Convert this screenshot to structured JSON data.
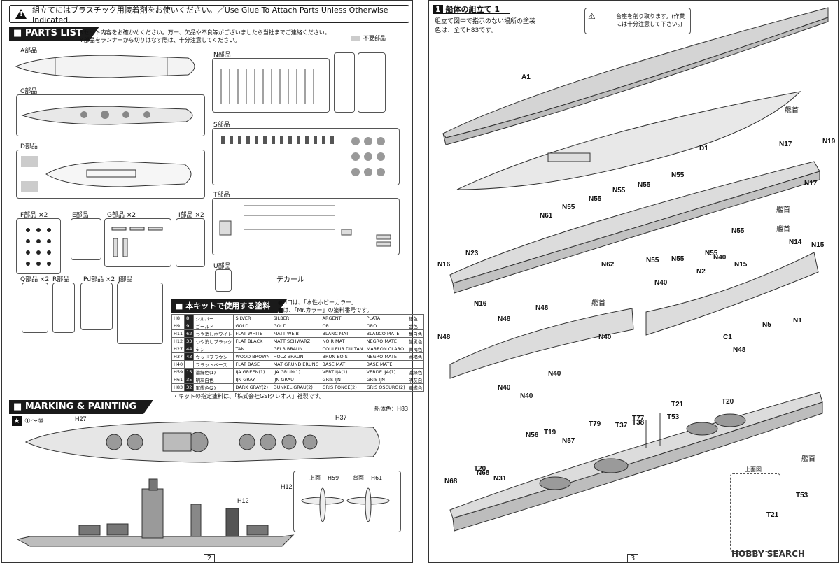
{
  "left_page": {
    "warning": "組立てにはプラスチック用接着剤をお使いください。／Use Glue To Attach Parts Unless Otherwise Indicated.",
    "parts_list_title": "PARTS LIST",
    "parts_notes": [
      "※セット内容をお確かめください。万一、欠品や不良等がございましたら当社までご連絡ください。",
      "※部品をランナーから切りはなす際は、十分注意してください。"
    ],
    "unused_label": "不要部品",
    "runners": {
      "A": "A部品",
      "C": "C部品",
      "D": "D部品",
      "F": "F部品 ×2",
      "E": "E部品",
      "G": "G部品 ×2",
      "I": "I部品 ×2",
      "Q": "Q部品 ×2",
      "R": "R部品",
      "Pd": "Pd部品 ×2",
      "J": "J部品",
      "N": "N部品",
      "S": "S部品",
      "T": "T部品",
      "U": "U部品",
      "decal": "デカール"
    },
    "paint_title": "本キットで使用する塗料",
    "paint_notes": [
      "●H口は、「水性ホビーカラー」",
      "■は、「Mr.カラー」の塗料番号です。"
    ],
    "paint_rows": [
      [
        "H8",
        "8",
        "シルバー",
        "SILVER",
        "SILBER",
        "ARGENT",
        "PLATA",
        "銀色"
      ],
      [
        "H9",
        "9",
        "ゴールド",
        "GOLD",
        "GOLD",
        "OR",
        "ORO",
        "金色"
      ],
      [
        "H11",
        "62",
        "つや消しホワイト",
        "FLAT WHITE",
        "MATT WEIB",
        "BLANC MAT",
        "BLANCO MATE",
        "艶白色"
      ],
      [
        "H12",
        "33",
        "つや消しブラック",
        "FLAT BLACK",
        "MATT SCHWARZ",
        "NOIR MAT",
        "NEGRO MATE",
        "艶黒色"
      ],
      [
        "H27",
        "44",
        "タン",
        "TAN",
        "GELB BRAUN",
        "COULEUR DU TAN",
        "MARRON CLARO",
        "黄褐色"
      ],
      [
        "H37",
        "43",
        "ウッドブラウン",
        "WOOD BROWN",
        "HOLZ BRAUN",
        "BRUN BOIS",
        "NEGRO MATE",
        "木褐色"
      ],
      [
        "H40",
        "",
        "フラットベース",
        "FLAT BASE",
        "MAT GRUNDIERUNG",
        "BASE MAT",
        "BASE MATE",
        ""
      ],
      [
        "H59",
        "15",
        "濃緑色(1)",
        "IJA GREEN(1)",
        "IJA GRUN(1)",
        "VERT IJA(1)",
        "VERDE IJA(1)",
        "濃緑色"
      ],
      [
        "H61",
        "35",
        "明灰白色",
        "IJN GRAY",
        "IJN GRAU",
        "GRIS IJN",
        "GRIS IJN",
        "明灰白"
      ],
      [
        "H83",
        "32",
        "軍艦色(2)",
        "DARK GRAY(2)",
        "DUNKEL GRAU(2)",
        "GRIS FONCE(2)",
        "GRIS OSCURO(2)",
        "軍艦色"
      ]
    ],
    "paint_footnote": "・キットの指定塗料は、「株式会社GSIクレオス」社製です。",
    "marking_title": "MARKING & PAINTING",
    "marking_range": "①～⑩",
    "hull_color": "船体色：H83",
    "color_callouts": [
      "H27",
      "H37",
      "H12",
      "H12",
      "H59",
      "H61"
    ],
    "top_view_label": "上面",
    "back_view_label": "背面",
    "page_number": "2"
  },
  "right_page": {
    "step_number": "1",
    "step_title": "船体の組立て 1",
    "step_note": "組立て図中で指示のない場所の塗装色は、全てH83です。",
    "base_note": "台座を削り取ります。(作業には十分注意して下さい。)",
    "bow_label": "艦首",
    "top_view": "上面図",
    "part_callouts": [
      "A1",
      "D1",
      "N17",
      "N19",
      "N17",
      "N55",
      "N55",
      "N55",
      "N55",
      "N55",
      "N55",
      "N55",
      "N55",
      "N55",
      "N61",
      "N62",
      "N23",
      "N16",
      "N16",
      "N14",
      "N15",
      "N15",
      "N2",
      "N40",
      "N40",
      "N40",
      "N40",
      "N40",
      "N40",
      "N48",
      "N48",
      "N48",
      "N48",
      "N1",
      "N5",
      "C1",
      "T20",
      "T21",
      "T53",
      "T77",
      "T38",
      "T37",
      "T79",
      "N56",
      "T19",
      "N57",
      "N68",
      "N68",
      "N31",
      "T20",
      "T53",
      "T21"
    ],
    "page_number": "3",
    "watermark": "HOBBY SEARCH"
  },
  "colors": {
    "ink": "#111111",
    "hull_gray": "#cfcfcf",
    "deck_gray": "#e4e4e4"
  }
}
